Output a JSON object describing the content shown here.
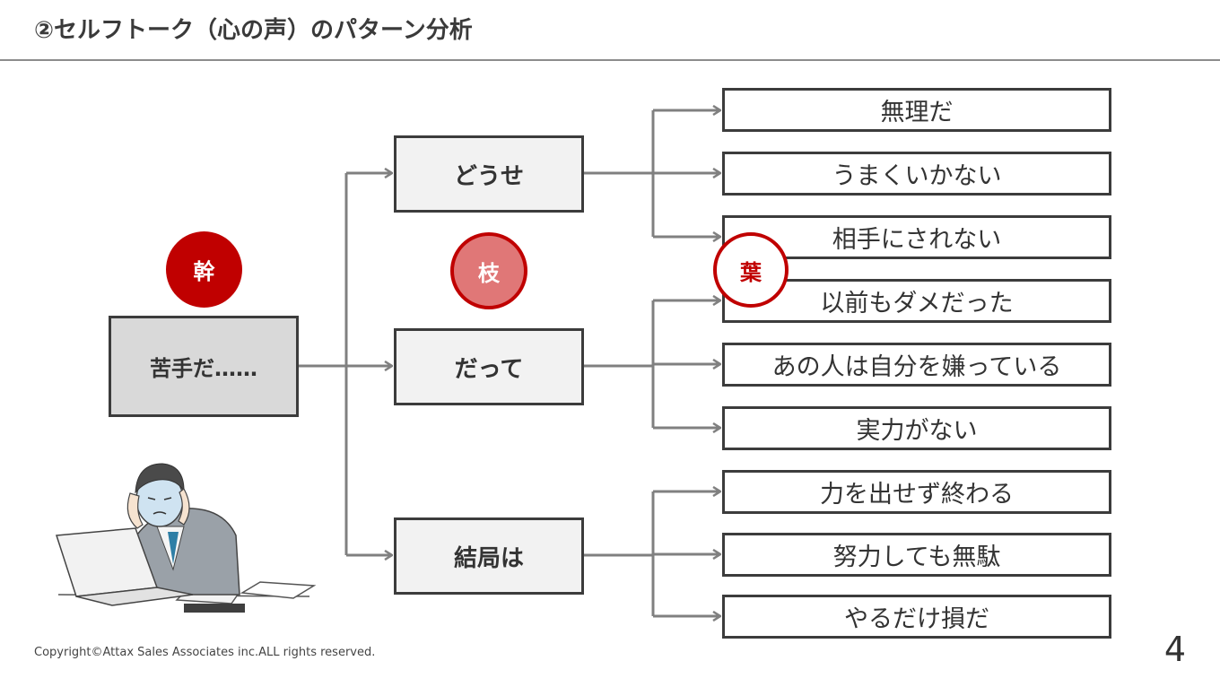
{
  "title": "②セルフトーク（心の声）のパターン分析",
  "trunk": {
    "label": "苦手だ……"
  },
  "badges": {
    "trunk": "幹",
    "branch": "枝",
    "leaf": "葉"
  },
  "branches": [
    {
      "label": "どうせ",
      "leaves": [
        "無理だ",
        "うまくいかない",
        "相手にされない"
      ]
    },
    {
      "label": "だって",
      "leaves": [
        "以前もダメだった",
        "あの人は自分を嫌っている",
        "実力がない"
      ]
    },
    {
      "label": "結局は",
      "leaves": [
        "力を出せず終わる",
        "努力しても無駄",
        "やるだけ損だ"
      ]
    }
  ],
  "colors": {
    "accent": "#c00000",
    "accent_light": "#e07777",
    "line": "#808080",
    "box_border": "#3c3c3c"
  },
  "footer": {
    "copyright": "Copyright©Attax Sales Associates inc.ALL rights reserved.",
    "page_number": "4"
  }
}
